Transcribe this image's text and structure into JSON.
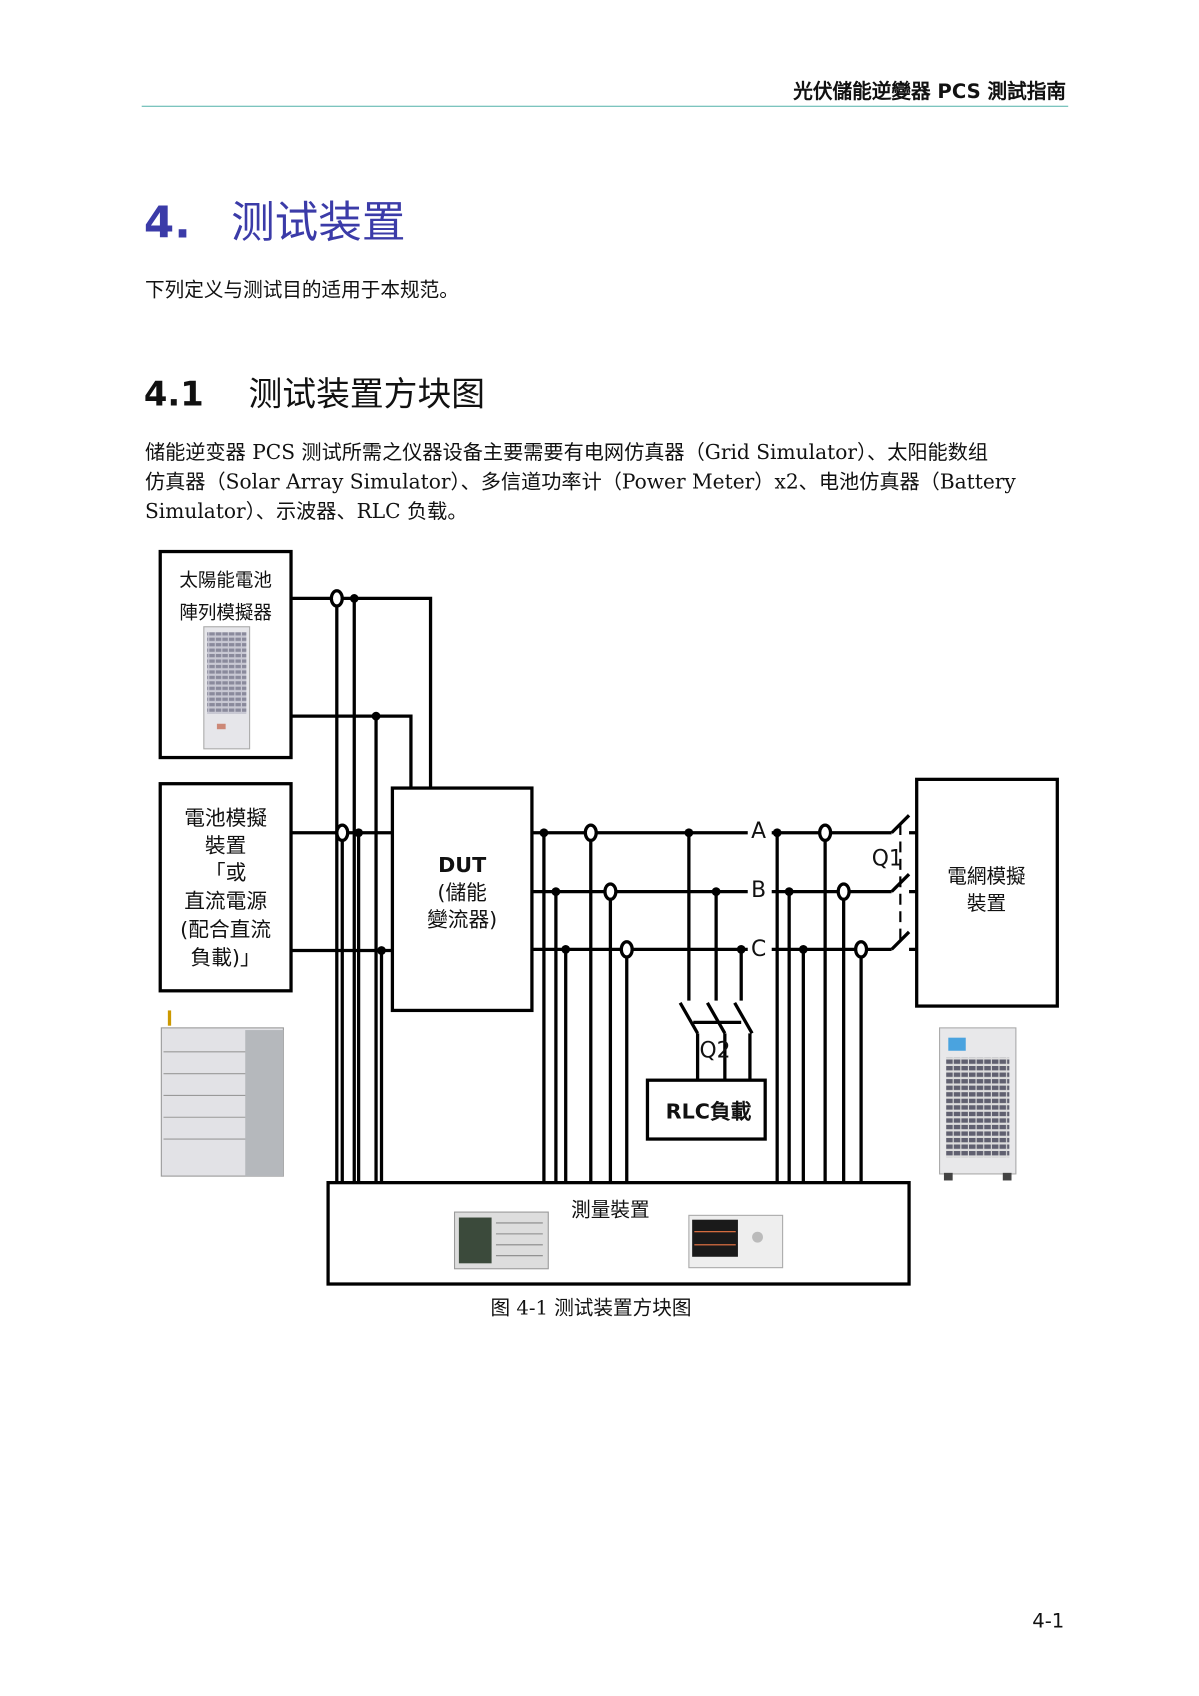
{
  "header": {
    "title": "光伏儲能逆變器 PCS 測試指南"
  },
  "section": {
    "number": "4.",
    "title": "测试装置",
    "intro": "下列定义与测试目的适用于本规范。"
  },
  "subsection": {
    "number": "4.1",
    "title": "测试装置方块图",
    "body_lines": [
      "储能逆变器 PCS 测试所需之仪器设备主要需要有电网仿真器（Grid Simulator）、太阳能数组",
      "仿真器（Solar Array Simulator）、多信道功率计（Power Meter）x2、电池仿真器（Battery",
      "Simulator）、示波器、RLC 负载。"
    ]
  },
  "diagram": {
    "solar_sim": [
      "太陽能電池",
      "陣列模擬器"
    ],
    "battery_sim": [
      "電池模擬",
      "裝置",
      "「或",
      "直流電源",
      "(配合直流",
      "負載)」"
    ],
    "dut": [
      "DUT",
      "(儲能",
      "變流器)"
    ],
    "grid_sim": [
      "電網模擬",
      "裝置"
    ],
    "rlc": "RLC負載",
    "measurement": "測量裝置",
    "phases": [
      "A",
      "B",
      "C"
    ],
    "q1": "Q1",
    "q2": "Q2"
  },
  "caption": "图 4-1  测试装置方块图",
  "page_number": "4-1"
}
